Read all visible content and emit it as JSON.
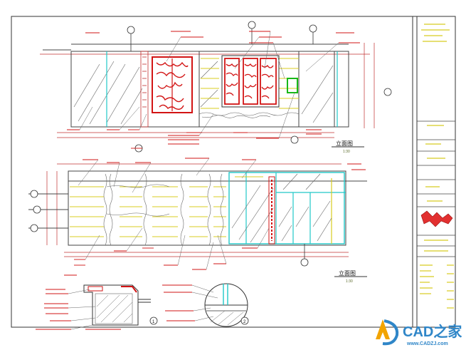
{
  "drawing": {
    "elevation_a_title": "立面图",
    "elevation_b_title": "立面图",
    "elevation_a_scale": "1:30",
    "elevation_b_scale": "1:30",
    "detail_mark_1": "1",
    "detail_mark_2": "2"
  },
  "watermark": {
    "brand": "CAD之家",
    "url": "www.CADZJ.com",
    "colors": {
      "brand": "#2f86c8",
      "logo_a": "#f2a400",
      "logo_d": "#2f86c8"
    }
  },
  "colors": {
    "linework": "#444444",
    "red": "#d21414",
    "yellow": "#d8cc20",
    "cyan": "#20c8c8",
    "green": "#18b818",
    "hatch": "#666666"
  }
}
